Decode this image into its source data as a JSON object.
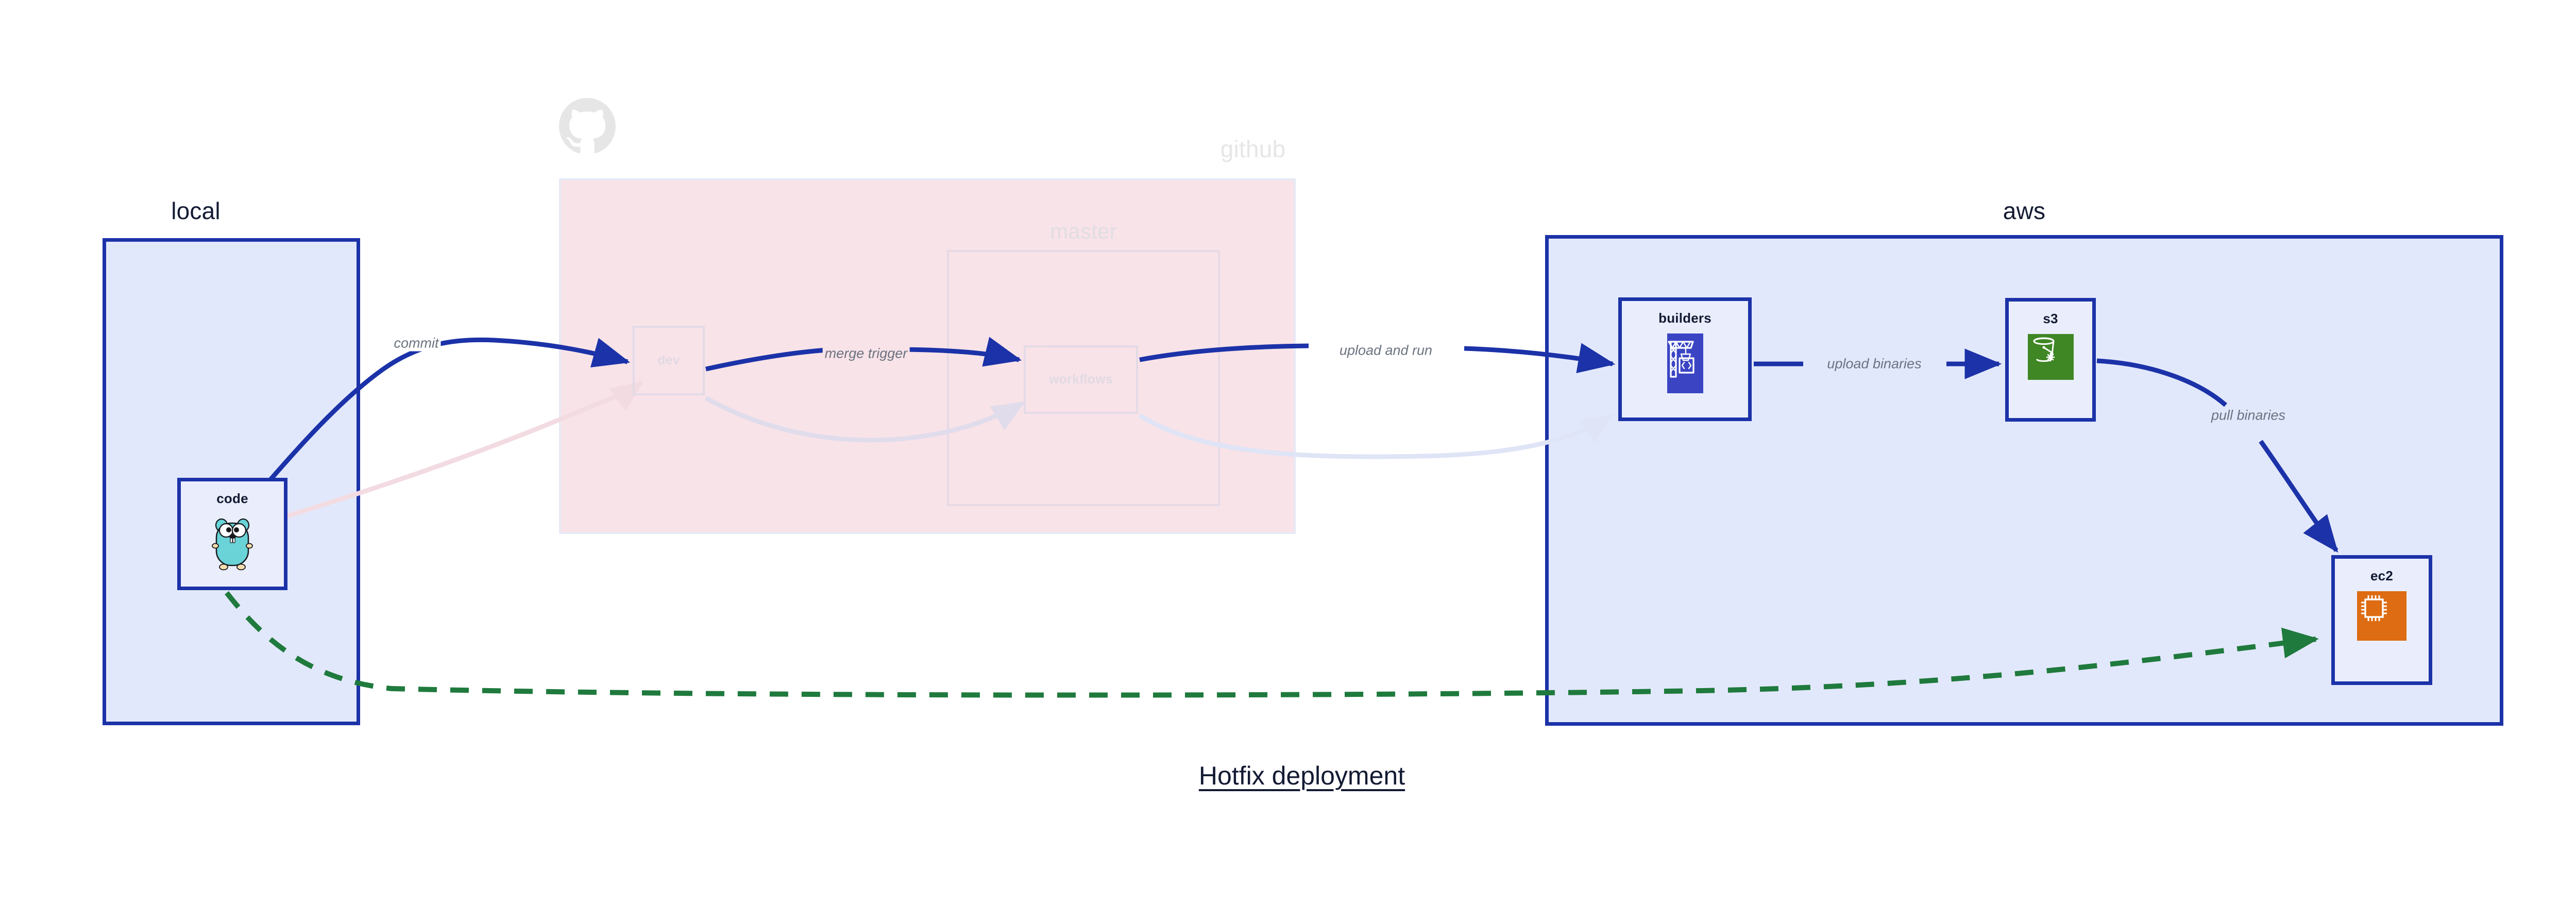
{
  "diagram": {
    "title": "Hotfix deployment",
    "type": "architecture-flow-diagram"
  },
  "clusters": [
    {
      "id": "local",
      "label": "local",
      "style": "solid-blue",
      "faded": false
    },
    {
      "id": "github",
      "label": "github",
      "style": "pink-faded",
      "faded": true
    },
    {
      "id": "master",
      "label": "master",
      "style": "outline-faded",
      "faded": true
    },
    {
      "id": "aws",
      "label": "aws",
      "style": "solid-blue",
      "faded": false
    }
  ],
  "nodes": [
    {
      "id": "code",
      "label": "code",
      "cluster": "local",
      "icon": "go-gopher-icon",
      "faded": false
    },
    {
      "id": "dev",
      "label": "dev",
      "cluster": "github",
      "icon": "none",
      "faded": true
    },
    {
      "id": "workflows",
      "label": "workflows",
      "cluster": "master",
      "icon": "none",
      "faded": true
    },
    {
      "id": "builders",
      "label": "builders",
      "cluster": "aws",
      "icon": "crane-code-icon",
      "faded": false
    },
    {
      "id": "s3",
      "label": "s3",
      "cluster": "aws",
      "icon": "s3-glacier-bucket-icon",
      "faded": false
    },
    {
      "id": "ec2",
      "label": "ec2",
      "cluster": "aws",
      "icon": "cpu-chip-icon",
      "faded": false
    }
  ],
  "edges": [
    {
      "id": "e-commit",
      "from": "code",
      "to": "dev",
      "label": "commit",
      "style": "solid",
      "color": "#1b32a8",
      "faded": false
    },
    {
      "id": "e-merge",
      "from": "dev",
      "to": "workflows",
      "label": "merge trigger",
      "style": "solid",
      "color": "#1b32a8",
      "faded": false
    },
    {
      "id": "e-upload-run",
      "from": "workflows",
      "to": "builders",
      "label": "upload and run",
      "style": "solid",
      "color": "#1b32a8",
      "faded": false
    },
    {
      "id": "e-upload-bin",
      "from": "builders",
      "to": "s3",
      "label": "upload binaries",
      "style": "solid",
      "color": "#1b32a8",
      "faded": false
    },
    {
      "id": "e-pull-bin",
      "from": "s3",
      "to": "ec2",
      "label": "pull binaries",
      "style": "solid",
      "color": "#1b32a8",
      "faded": false
    },
    {
      "id": "e-hotfix",
      "from": "code",
      "to": "ec2",
      "label": "",
      "style": "dashed",
      "color": "#1f7a3d",
      "faded": false
    },
    {
      "id": "e-ghost-code-dev",
      "from": "code",
      "to": "dev",
      "label": "",
      "style": "solid",
      "color": "#f3dbe2",
      "faded": true
    },
    {
      "id": "e-ghost-dev-wf",
      "from": "dev",
      "to": "workflows",
      "label": "",
      "style": "solid",
      "color": "#e0dcec",
      "faded": true
    },
    {
      "id": "e-ghost-wf-bld",
      "from": "workflows",
      "to": "builders",
      "label": "",
      "style": "solid",
      "color": "#dfe4f6",
      "faded": true
    }
  ],
  "colors": {
    "cluster_blue_border": "#1b32a8",
    "cluster_blue_fill": "#e2e8fb",
    "cluster_pink_fill": "#f8e3e8",
    "node_fill": "#eaeefc",
    "edge_blue": "#1b32a8",
    "edge_green_dashed": "#1f7a3d",
    "label_gray": "#6b7280",
    "text_dark": "#131a33",
    "builders_icon_bg": "#3b45c4",
    "s3_icon_bg": "#3f8624",
    "ec2_icon_bg": "#dd6c12",
    "gopher_body": "#69d3d8"
  }
}
